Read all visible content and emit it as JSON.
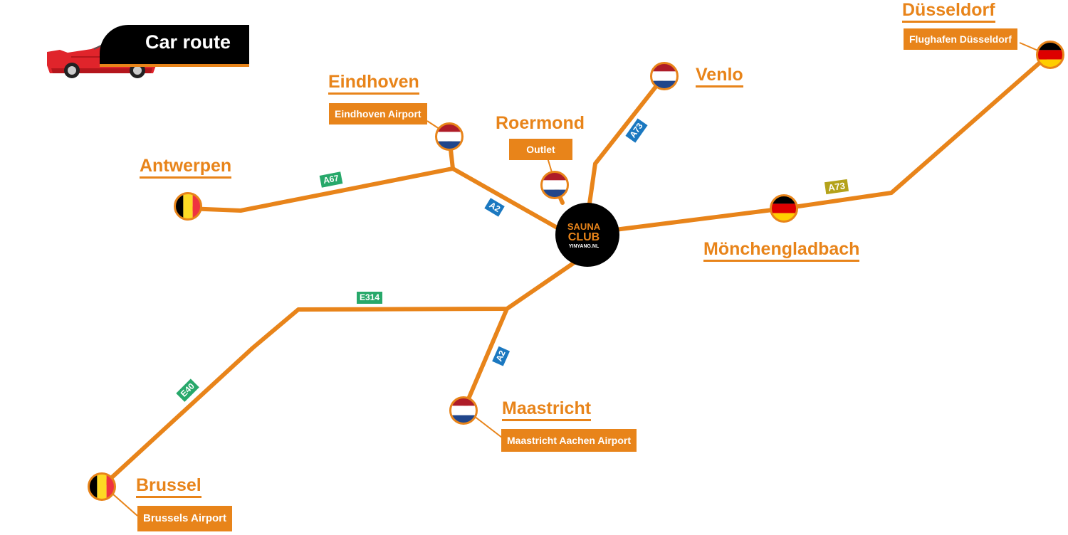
{
  "header": {
    "title": "Car route"
  },
  "hub": {
    "line1": "SAUNA",
    "line2": "CLUB",
    "line3": "YINYANG.NL"
  },
  "cities": {
    "dusseldorf": "Düsseldorf",
    "eindhoven": "Eindhoven",
    "roermond": "Roermond",
    "venlo": "Venlo",
    "antwerpen": "Antwerpen",
    "monchengladbach": "Mönchengladbach",
    "maastricht": "Maastricht",
    "brussel": "Brussel"
  },
  "sublabels": {
    "dusseldorf": "Flughafen Düsseldorf",
    "eindhoven": "Eindhoven Airport",
    "roermond": "Outlet",
    "maastricht": "Maastricht Aachen Airport",
    "brussel": "Brussels Airport"
  },
  "roads": {
    "a67": "A67",
    "a2_north": "A2",
    "a73_venlo": "A73",
    "a73_dusseldorf": "A73",
    "e314": "E314",
    "a2_south": "A2",
    "e40": "E40"
  },
  "flags": {
    "dusseldorf": "germany",
    "eindhoven": "netherlands",
    "roermond": "netherlands",
    "venlo": "netherlands",
    "antwerpen": "belgium",
    "monchengladbach": "germany",
    "maastricht": "netherlands",
    "brussel": "belgium"
  },
  "colors": {
    "route": "#E8841A",
    "road_blue": "#1B78C0",
    "road_green": "#27A86A",
    "road_olive": "#B4A21A",
    "hub": "#000000",
    "car": "#E0242B"
  }
}
